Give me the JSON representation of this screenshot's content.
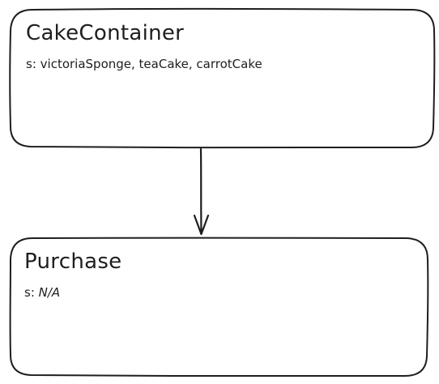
{
  "diagram": {
    "nodes": [
      {
        "id": "cake-container",
        "title": "CakeContainer",
        "attribute_label": "s:",
        "attribute_value": "victoriaSponge, teaCake, carrotCake"
      },
      {
        "id": "purchase",
        "title": "Purchase",
        "attribute_label": "s:",
        "attribute_value": "N/A"
      }
    ],
    "edges": [
      {
        "from": "cake-container",
        "to": "purchase",
        "style": "arrow"
      }
    ],
    "colors": {
      "stroke": "#1e1e1e",
      "background": "#ffffff"
    }
  }
}
